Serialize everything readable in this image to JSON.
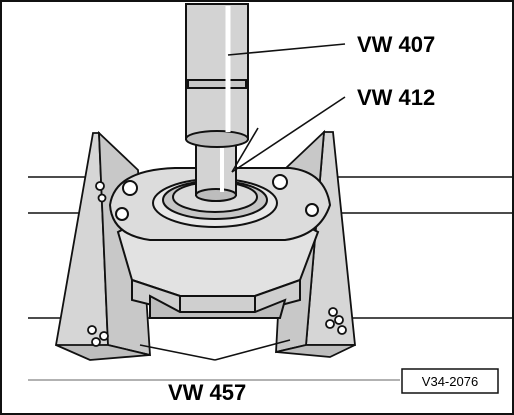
{
  "diagram": {
    "labels": {
      "tool_upper": "VW 407",
      "tool_middle": "VW 412",
      "tool_support": "VW 457",
      "figure_ref": "V34-2076"
    },
    "colors": {
      "fill": "#d9d9d9",
      "fill_dark": "#bdbdbd",
      "outline": "#111111",
      "background": "#ffffff"
    }
  }
}
